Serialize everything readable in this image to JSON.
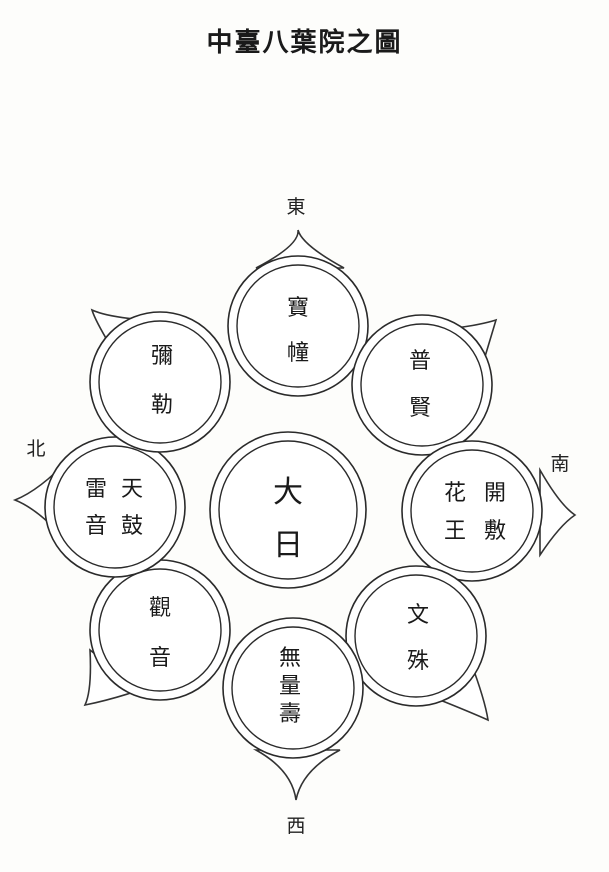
{
  "title": "中臺八葉院之圖",
  "directions": {
    "east": "東",
    "south": "南",
    "west": "西",
    "north": "北"
  },
  "center": {
    "id": "dainichi",
    "lines": [
      "大",
      "日"
    ]
  },
  "petals": [
    {
      "id": "hodo",
      "lines": [
        "寶",
        "幢"
      ]
    },
    {
      "id": "fugen",
      "lines": [
        "普",
        "賢"
      ]
    },
    {
      "id": "kaifuke",
      "lines": [
        "開",
        "敷",
        "花",
        "王"
      ]
    },
    {
      "id": "monju",
      "lines": [
        "文",
        "殊"
      ]
    },
    {
      "id": "muryoju",
      "lines": [
        "無",
        "量",
        "壽"
      ]
    },
    {
      "id": "kannon",
      "lines": [
        "觀",
        "音"
      ]
    },
    {
      "id": "tenku",
      "lines": [
        "天",
        "鼓",
        "雷",
        "音"
      ]
    },
    {
      "id": "miroku",
      "lines": [
        "彌",
        "勒"
      ]
    }
  ]
}
